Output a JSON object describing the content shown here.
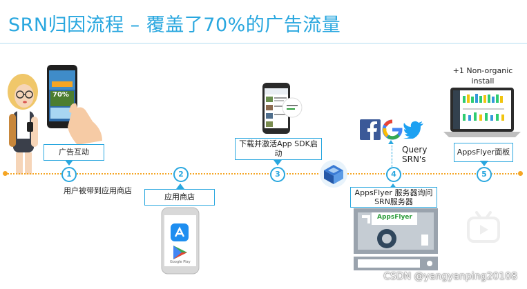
{
  "title": "SRN归因流程 – 覆盖了70%的广告流量",
  "steps": [
    {
      "number": "1",
      "label": "广告互动",
      "note": "用户被带到应用商店"
    },
    {
      "number": "2",
      "label": "应用商店"
    },
    {
      "number": "3",
      "label": "下载并激活App SDK启动"
    },
    {
      "number": "4",
      "label": "AppsFlyer 服务器询问 SRN服务器",
      "query": "Query SRN's"
    },
    {
      "number": "5",
      "label": "AppsFlyer面板",
      "install": "+1 Non-organic install"
    }
  ],
  "phone_ad_percent": "70%",
  "play_store_caption": "Google Play",
  "appsflyer_logo_text": "AppsFlyer",
  "watermark": "CSDN @yangyanping20108",
  "colors": {
    "accent": "#29a7df",
    "timeline": "#f5a524",
    "facebook": "#3b5998",
    "twitter": "#1da1f2"
  },
  "icons": [
    "facebook-icon",
    "google-icon",
    "twitter-icon",
    "app-store-icon",
    "play-store-icon",
    "refresh-icon",
    "bilibili-tv-icon"
  ]
}
